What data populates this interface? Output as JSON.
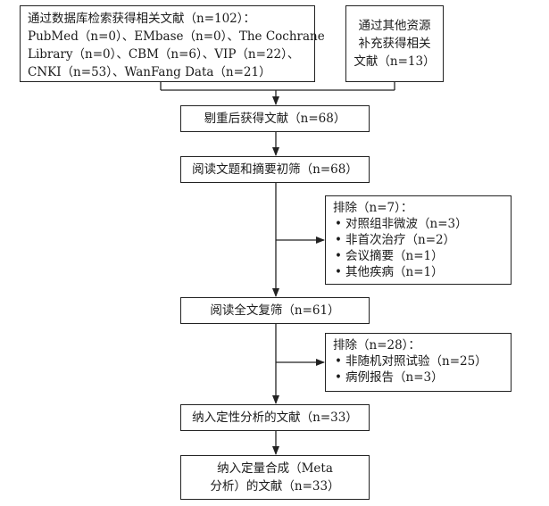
{
  "database_search": {
    "line1": "通过数据库检索获得相关文献（n=102）：",
    "line2": "PubMed（n=0）、EMbase（n=0）、The Cochrane",
    "line3": "Library（n=0）、CBM（n=6）、VIP（n=22）、",
    "line4": "CNKI（n=53）、WanFang Data（n=21）"
  },
  "other_sources": {
    "line1": "通过其他资源",
    "line2": "补充获得相关",
    "line3": "文献（n=13）"
  },
  "dedup": {
    "label": "剔重后获得文献（n=68）"
  },
  "title_screen": {
    "label": "阅读文题和摘要初筛（n=68）"
  },
  "exclusion_1": {
    "header": "排除（n=7）：",
    "items": [
      "对照组非微波（n=3）",
      "非首次治疗（n=2）",
      "会议摘要（n=1）",
      "其他疾病（n=1）"
    ]
  },
  "fulltext_screen": {
    "label": "阅读全文复筛（n=61）"
  },
  "exclusion_2": {
    "header": "排除（n=28）：",
    "items": [
      "非随机对照试验（n=25）",
      "病例报告（n=3）"
    ]
  },
  "qualitative": {
    "label": "纳入定性分析的文献（n=33）"
  },
  "quantitative": {
    "line1": "纳入定量合成（Meta",
    "line2": "分析）的文献（n=33）"
  },
  "bullet": "•",
  "colors": {
    "stroke": "#222222",
    "text": "#1a1a1a"
  }
}
